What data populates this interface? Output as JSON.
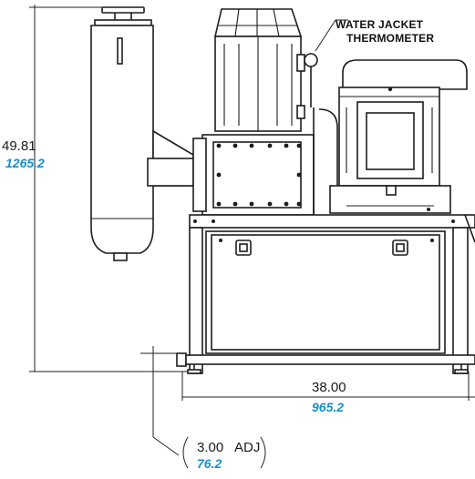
{
  "dimensions": {
    "height": {
      "imperial": "49.81",
      "metric": "1265.2"
    },
    "width": {
      "imperial": "38.00",
      "metric": "965.2"
    },
    "adjust": {
      "imperial": "3.00",
      "suffix": "ADJ",
      "metric": "76.2"
    }
  },
  "callouts": {
    "thermometer": {
      "line1": "WATER JACKET",
      "line2": "THERMOMETER"
    }
  }
}
